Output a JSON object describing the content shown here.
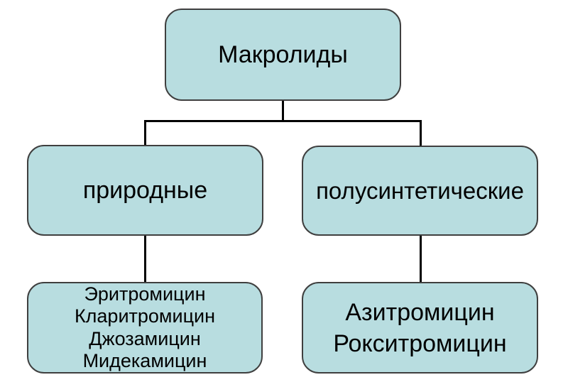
{
  "diagram": {
    "type": "hierarchy",
    "root": {
      "label": "Макролиды"
    },
    "branches": [
      {
        "label": "природные",
        "items": [
          "Эритромицин",
          "Кларитромицин",
          "Джозамицин",
          "Мидекамицин"
        ]
      },
      {
        "label": "полусинтетические",
        "items": [
          "Азитромицин",
          "Рокситромицин"
        ]
      }
    ],
    "colors": {
      "node_fill": "#b8dde0",
      "node_border": "#3f3f3f",
      "connector": "#000000",
      "text": "#000000",
      "background": "#ffffff"
    }
  }
}
